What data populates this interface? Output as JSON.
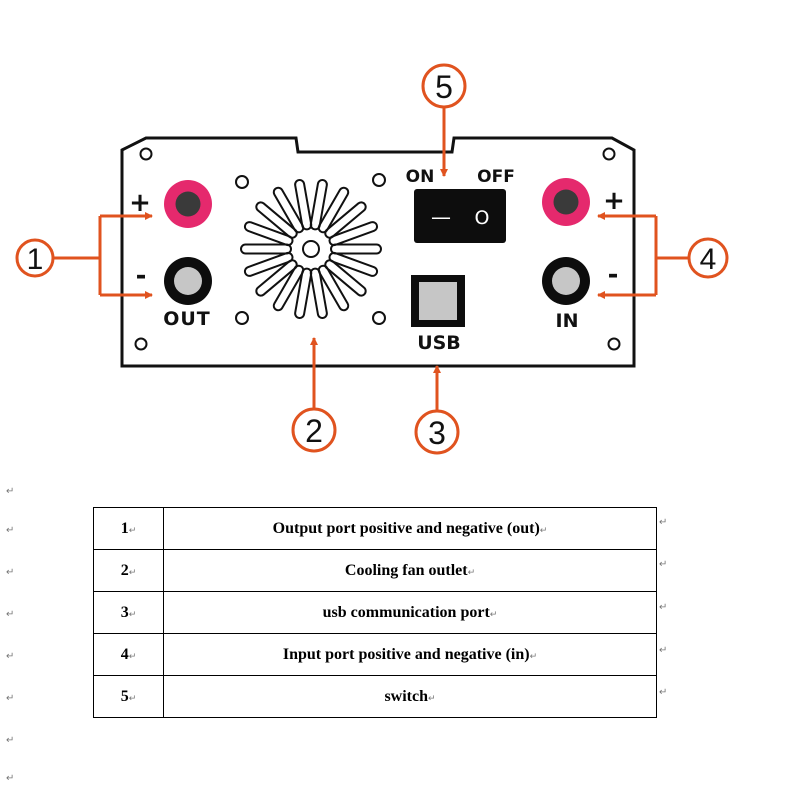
{
  "panel": {
    "labels": {
      "out_plus": "+",
      "out_minus": "-",
      "out": "OUT",
      "in_plus": "+",
      "in_minus": "-",
      "in": "IN",
      "on": "ON",
      "off": "OFF",
      "usb": "USB"
    },
    "switch_symbols": {
      "on": "—",
      "off": "O"
    }
  },
  "callouts": [
    "1",
    "2",
    "3",
    "4",
    "5"
  ],
  "colors": {
    "accent": "#E0531F",
    "terminal_red": "#E5296D",
    "outline": "#111111"
  },
  "table": {
    "rows": [
      {
        "num": "1",
        "desc": "Output port positive and negative (out)"
      },
      {
        "num": "2",
        "desc": "Cooling fan outlet"
      },
      {
        "num": "3",
        "desc": "usb communication port"
      },
      {
        "num": "4",
        "desc": "Input port positive and negative (in)"
      },
      {
        "num": "5",
        "desc": "switch"
      }
    ]
  },
  "marks": {
    "return": "↵"
  }
}
